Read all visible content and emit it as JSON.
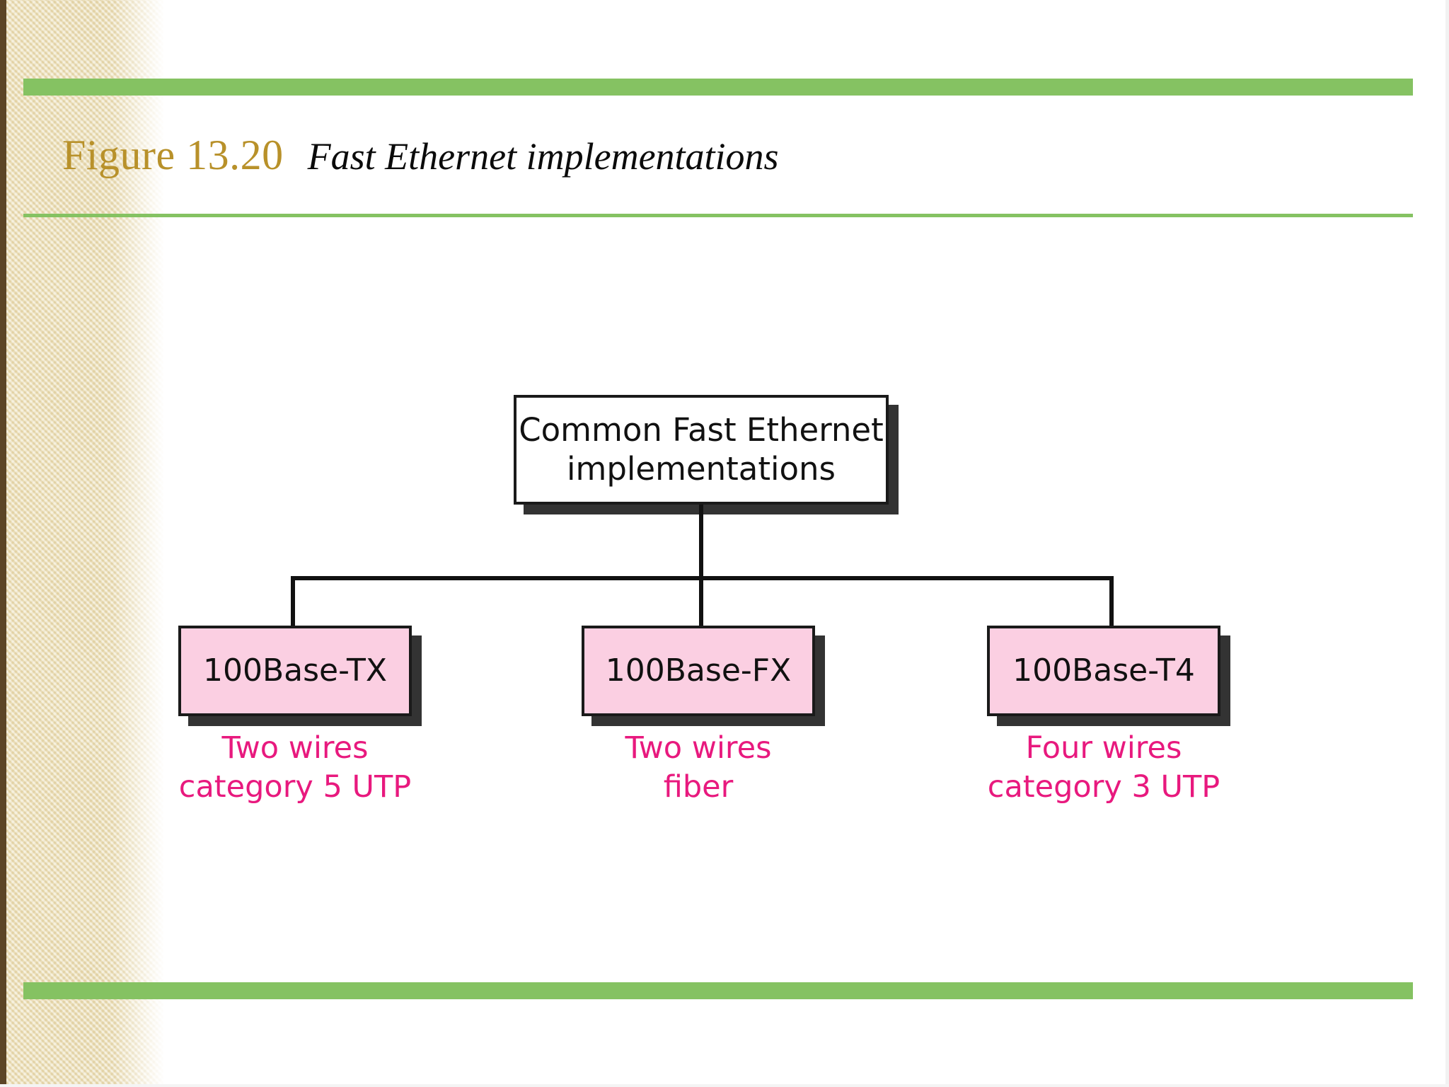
{
  "slide": {
    "background_color": "#ffffff",
    "accent_green": "#85c262",
    "sidebar_color": "#ece0b9",
    "left_strip_color": "#5c4526"
  },
  "header": {
    "figure_number": "Figure 13.20",
    "figure_caption": "Fast Ethernet implementations",
    "figure_number_color": "#b8912a",
    "caption_color": "#0b0b0b"
  },
  "diagram": {
    "type": "tree",
    "root": {
      "label": "Common Fast Ethernet\nimplementations",
      "fill": "#ffffff",
      "border": "#1a1a1a",
      "shadow": "#333333"
    },
    "leaves": [
      {
        "label": "100Base-TX",
        "caption": "Two wires\ncategory 5 UTP",
        "fill": "#fbcfe2",
        "caption_color": "#e8197e"
      },
      {
        "label": "100Base-FX",
        "caption": "Two wires\nfiber",
        "fill": "#fbcfe2",
        "caption_color": "#e8197e"
      },
      {
        "label": "100Base-T4",
        "caption": "Four  wires\ncategory 3 UTP",
        "fill": "#fbcfe2",
        "caption_color": "#e8197e"
      }
    ]
  }
}
